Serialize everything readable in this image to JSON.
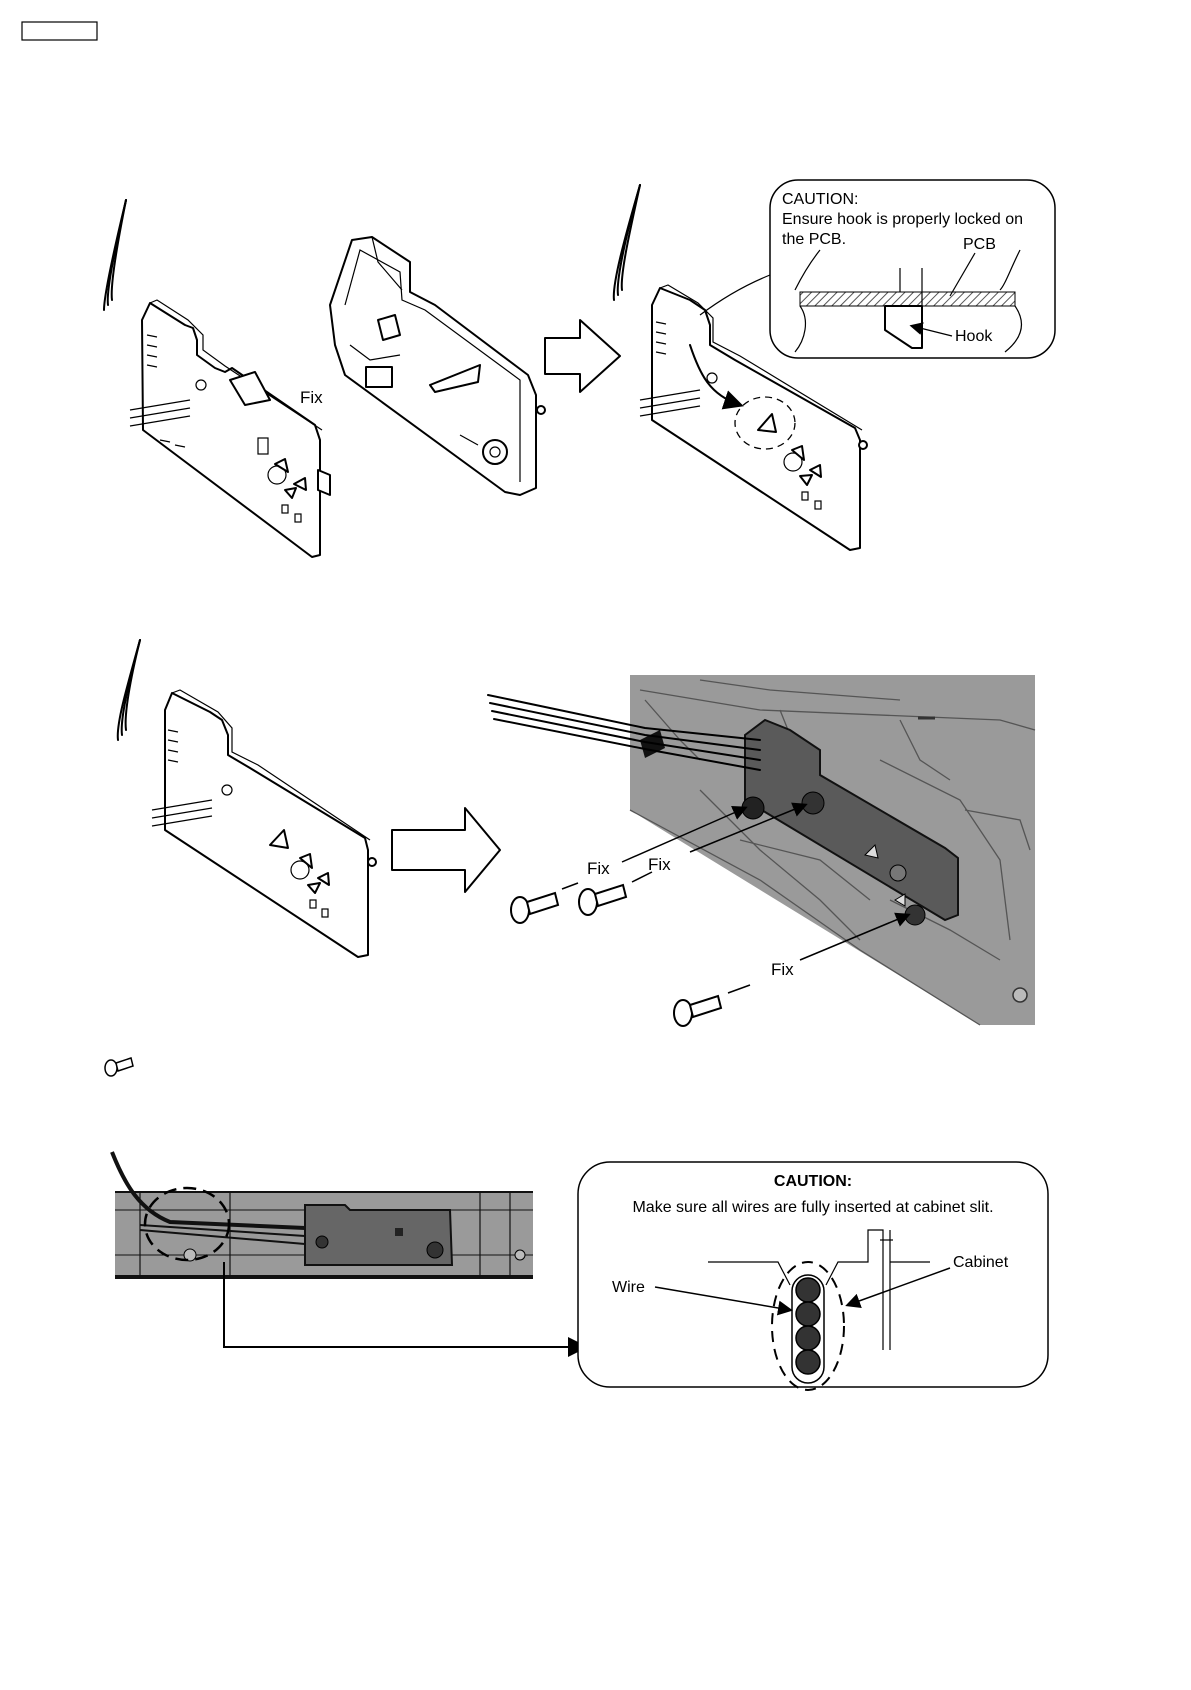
{
  "header": {
    "page_number": ""
  },
  "step1": {
    "fix_label": "Fix",
    "caution": {
      "title": "CAUTION:",
      "line1": "Ensure hook is properly locked on",
      "line2": "the PCB.",
      "pcb_label": "PCB",
      "hook_label": "Hook"
    }
  },
  "step2": {
    "fix_labels": [
      "Fix",
      "Fix",
      "Fix"
    ]
  },
  "step3": {
    "caution": {
      "title": "CAUTION:",
      "text": "Make sure all wires are fully inserted at cabinet slit.",
      "wire_label": "Wire",
      "cabinet_label": "Cabinet"
    }
  },
  "colors": {
    "line": "#000000",
    "photo_gray": "#9a9a9a",
    "board_dark": "#5a5a5a",
    "hatch": "#777777"
  },
  "icons": [
    "screw-icon",
    "arrow-right-icon"
  ]
}
